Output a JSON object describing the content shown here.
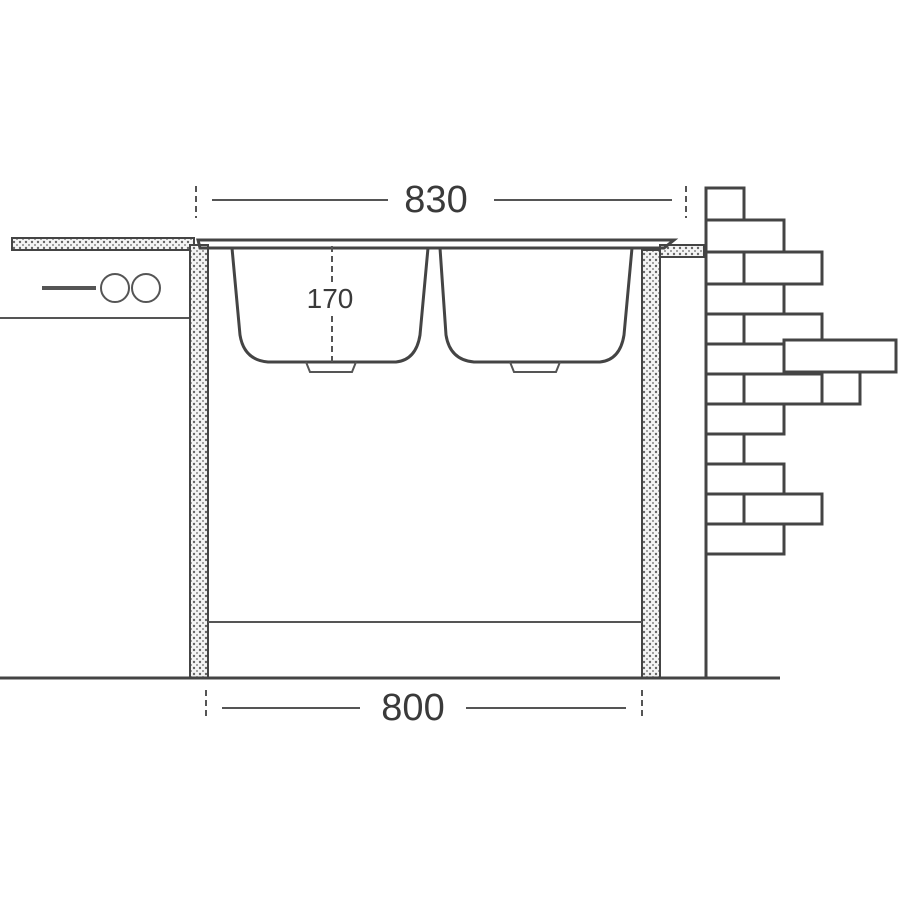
{
  "dimensions": {
    "top_width": "830",
    "bottom_width": "800",
    "bowl_depth": "170"
  }
}
